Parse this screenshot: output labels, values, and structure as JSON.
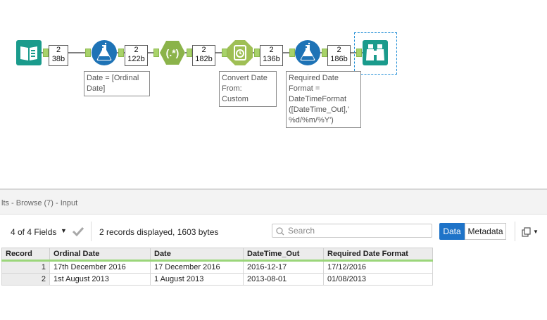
{
  "workflow": {
    "connection_counts": [
      {
        "records": "2",
        "bytes": "38b"
      },
      {
        "records": "2",
        "bytes": "122b"
      },
      {
        "records": "2",
        "bytes": "182b"
      },
      {
        "records": "2",
        "bytes": "136b"
      },
      {
        "records": "2",
        "bytes": "186b"
      }
    ],
    "annotations": {
      "formula1": "Date = [Ordinal\nDate]",
      "datetime": "Convert Date\nFrom:\nCustom",
      "formula2": "Required Date\nFormat =\nDateTimeFormat\n([DateTime_Out],'\n%d/%m/%Y')"
    },
    "colors": {
      "input_tool": "#1a9b8c",
      "formula_tool": "#1e73b6",
      "regex_tool": "#8bb34a",
      "datetime_tool": "#9fbf55",
      "browse_tool": "#1a9b8c",
      "anchor": "#a8d26a"
    }
  },
  "results": {
    "title": "lts - Browse (7) - Input",
    "fields_selector": "4 of 4 Fields",
    "records_info": "2 records displayed, 1603 bytes",
    "search_placeholder": "Search",
    "data_button": "Data",
    "metadata_button": "Metadata",
    "table": {
      "columns": [
        "Record",
        "Ordinal Date",
        "Date",
        "DateTime_Out",
        "Required Date Format"
      ],
      "rows": [
        [
          "1",
          "17th December 2016",
          "17 December 2016",
          "2016-12-17",
          "17/12/2016"
        ],
        [
          "2",
          "1st August 2013",
          "1 August 2013",
          "2013-08-01",
          "01/08/2013"
        ]
      ]
    }
  }
}
